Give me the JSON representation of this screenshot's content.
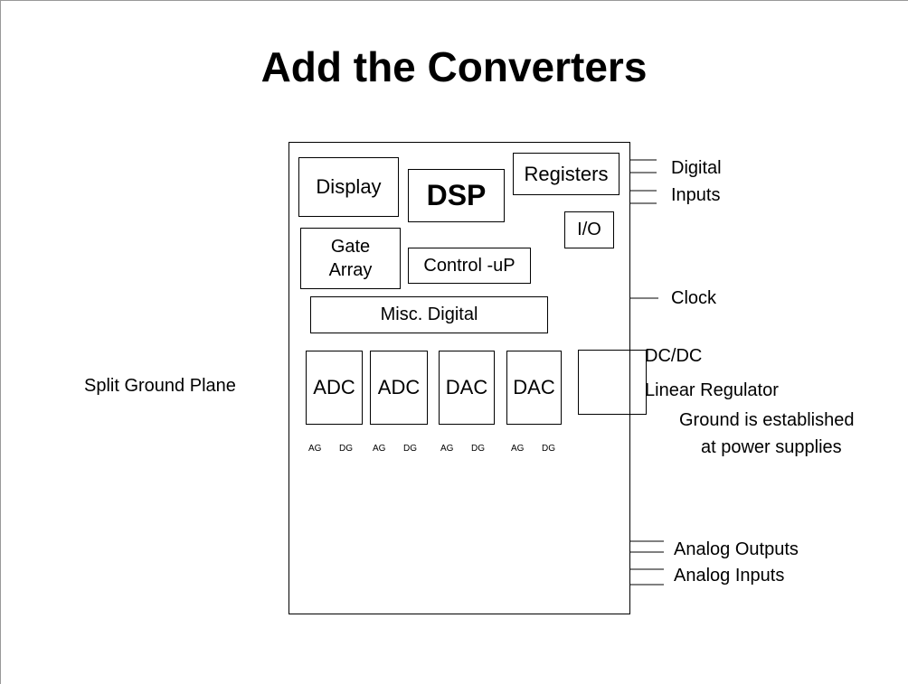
{
  "title": "Add the Converters",
  "blocks": {
    "display": "Display",
    "dsp": "DSP",
    "registers": "Registers",
    "io": "I/O",
    "gate_array_line1": "Gate",
    "gate_array_line2": "Array",
    "control_up": "Control -uP",
    "misc_digital": "Misc. Digital",
    "adc1": "ADC",
    "adc2": "ADC",
    "dac1": "DAC",
    "dac2": "DAC"
  },
  "ground_labels": {
    "ag": "AG",
    "dg": "DG"
  },
  "labels": {
    "digital": "Digital",
    "inputs": "Inputs",
    "clock": "Clock",
    "dcdc": "DC/DC",
    "linear_regulator": "Linear Regulator",
    "ground_note_line1": "Ground is established",
    "ground_note_line2": "at power supplies",
    "split_ground_plane": "Split Ground Plane",
    "analog_outputs": "Analog Outputs",
    "analog_inputs": "Analog Inputs"
  }
}
